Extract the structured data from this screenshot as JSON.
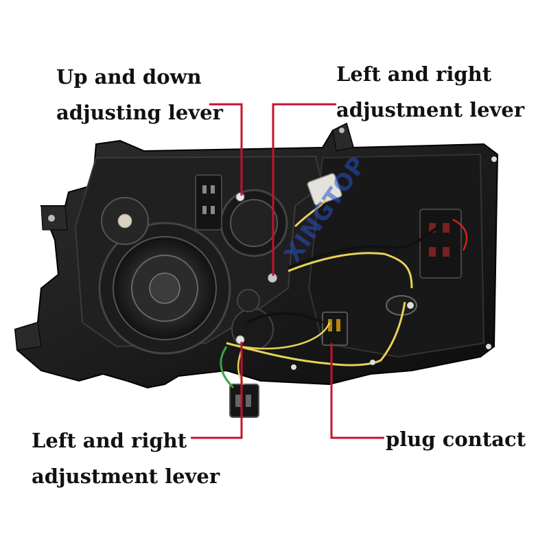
{
  "labels": {
    "up_down_line1": "Up and down",
    "up_down_line2": "adjusting lever",
    "lr_top_line1": "Left and right",
    "lr_top_line2": "adjustment lever",
    "lr_bottom_line1": "Left and right",
    "lr_bottom_line2": "adjustment lever",
    "plug": "plug contact"
  },
  "watermark": "XINGTOP",
  "colors": {
    "leader": "#c8102e",
    "housing": "#1a1a1a",
    "wire_yellow": "#e8d25a",
    "wire_green": "#3aa24a",
    "background": "#ffffff"
  }
}
